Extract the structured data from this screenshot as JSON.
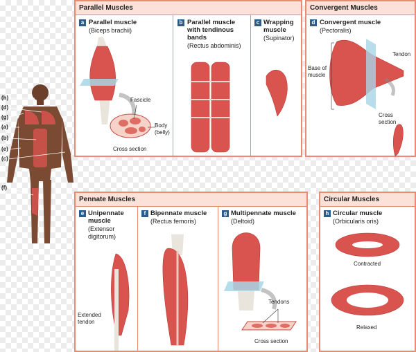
{
  "sections": {
    "parallel": "Parallel Muscles",
    "convergent": "Convergent Muscles",
    "pennate": "Pennate Muscles",
    "circular": "Circular Muscles"
  },
  "panels": {
    "a": {
      "letter": "a",
      "title": "Parallel muscle",
      "subtitle": "(Biceps brachii)",
      "labels": {
        "fascicle": "Fascicle",
        "body": "Body\n(belly)",
        "cross": "Cross section"
      }
    },
    "b": {
      "letter": "b",
      "title": "Parallel muscle with tendinous bands",
      "subtitle": "(Rectus abdominis)"
    },
    "c": {
      "letter": "c",
      "title": "Wrapping muscle",
      "subtitle": "(Supinator)"
    },
    "d": {
      "letter": "d",
      "title": "Convergent muscle",
      "subtitle": "(Pectoralis)",
      "labels": {
        "tendon": "Tendon",
        "base": "Base of\nmuscle",
        "cross": "Cross\nsection"
      }
    },
    "e": {
      "letter": "e",
      "title": "Unipennate muscle",
      "subtitle": "(Extensor digitorum)",
      "labels": {
        "tendon": "Extended\ntendon"
      }
    },
    "f": {
      "letter": "f",
      "title": "Bipennate muscle",
      "subtitle": "(Rectus femoris)"
    },
    "g": {
      "letter": "g",
      "title": "Multipennate muscle",
      "subtitle": "(Deltoid)",
      "labels": {
        "tendons": "Tendons",
        "cross": "Cross section"
      }
    },
    "h": {
      "letter": "h",
      "title": "Circular muscle",
      "subtitle": "(Orbicularis oris)",
      "labels": {
        "contracted": "Contracted",
        "relaxed": "Relaxed"
      }
    }
  },
  "figure_labels": [
    "(h)",
    "(d)",
    "(g)",
    "(a)",
    "(b)",
    "(e)",
    "(c)",
    "(f)"
  ],
  "colors": {
    "border": "#e98a72",
    "header": "#fbe1d7",
    "tag": "#2b5d8c",
    "muscle": "#d9534f",
    "tendon": "#e9e4dc"
  }
}
